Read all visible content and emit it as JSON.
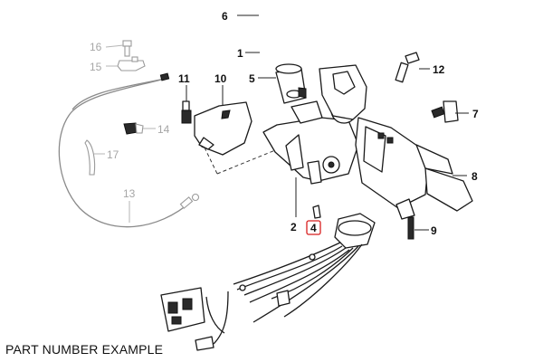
{
  "diagram": {
    "callouts": [
      {
        "key": "c1",
        "label": "1"
      },
      {
        "key": "c2",
        "label": "2"
      },
      {
        "key": "c4",
        "label": "4"
      },
      {
        "key": "c5",
        "label": "5"
      },
      {
        "key": "c6",
        "label": "6"
      },
      {
        "key": "c7",
        "label": "7"
      },
      {
        "key": "c8",
        "label": "8"
      },
      {
        "key": "c9",
        "label": "9"
      },
      {
        "key": "c10",
        "label": "10"
      },
      {
        "key": "c11",
        "label": "11"
      },
      {
        "key": "c12",
        "label": "12"
      },
      {
        "key": "c13",
        "label": "13"
      },
      {
        "key": "c14",
        "label": "14"
      },
      {
        "key": "c15",
        "label": "15"
      },
      {
        "key": "c16",
        "label": "16"
      },
      {
        "key": "c17",
        "label": "17"
      }
    ],
    "highlighted_label": "4",
    "highlight_color": "#d81e1e",
    "faded_color": "#a6a6a6",
    "line_color": "#1a1a1a"
  },
  "caption": "PART NUMBER EXAMPLE"
}
